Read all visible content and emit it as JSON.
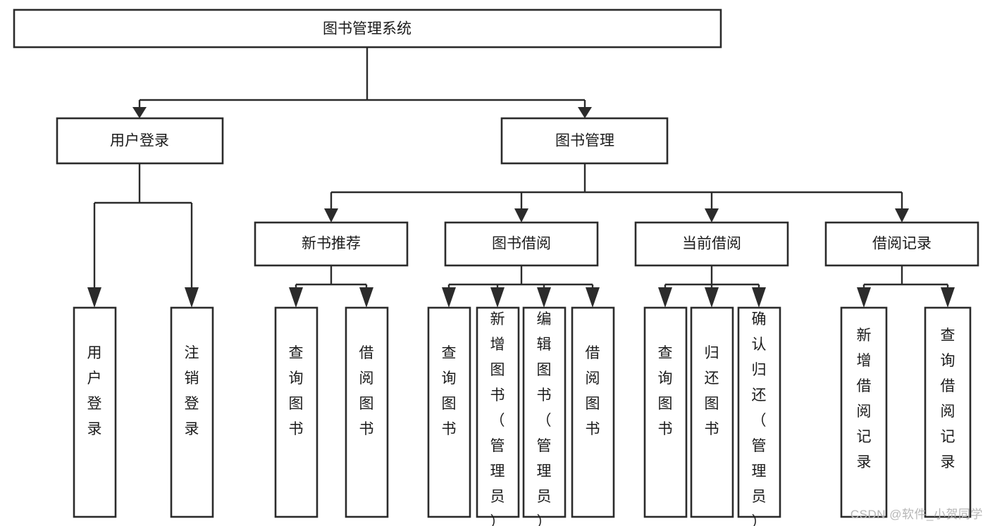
{
  "diagram": {
    "title": "图书管理系统",
    "type": "tree-hierarchy",
    "watermark": "CSDN @软件_小贺同学",
    "root": {
      "id": "root",
      "label": "图书管理系统"
    },
    "level2": [
      {
        "id": "user-login",
        "label": "用户登录"
      },
      {
        "id": "book-management",
        "label": "图书管理"
      }
    ],
    "level3": [
      {
        "id": "new-book-recommend",
        "label": "新书推荐",
        "parent": "book-management"
      },
      {
        "id": "book-borrow",
        "label": "图书借阅",
        "parent": "book-management"
      },
      {
        "id": "current-borrow",
        "label": "当前借阅",
        "parent": "book-management"
      },
      {
        "id": "borrow-record",
        "label": "借阅记录",
        "parent": "book-management"
      }
    ],
    "leaves": [
      {
        "id": "leaf-user-login",
        "label": "用户登录",
        "parent": "user-login"
      },
      {
        "id": "leaf-logout",
        "label": "注销登录",
        "parent": "user-login"
      },
      {
        "id": "leaf-query-book-1",
        "label": "查询图书",
        "parent": "new-book-recommend"
      },
      {
        "id": "leaf-borrow-book-1",
        "label": "借阅图书",
        "parent": "new-book-recommend"
      },
      {
        "id": "leaf-query-book-2",
        "label": "查询图书",
        "parent": "book-borrow"
      },
      {
        "id": "leaf-add-book",
        "label": "新增图书（管理员）",
        "parent": "book-borrow"
      },
      {
        "id": "leaf-edit-book",
        "label": "编辑图书（管理员）",
        "parent": "book-borrow"
      },
      {
        "id": "leaf-borrow-book-2",
        "label": "借阅图书",
        "parent": "book-borrow"
      },
      {
        "id": "leaf-query-book-3",
        "label": "查询图书",
        "parent": "current-borrow"
      },
      {
        "id": "leaf-return-book",
        "label": "归还图书",
        "parent": "current-borrow"
      },
      {
        "id": "leaf-confirm-return",
        "label": "确认归还（管理员）",
        "parent": "current-borrow"
      },
      {
        "id": "leaf-add-record",
        "label": "新增借阅记录",
        "parent": "borrow-record"
      },
      {
        "id": "leaf-query-record",
        "label": "查询借阅记录",
        "parent": "borrow-record"
      }
    ],
    "colors": {
      "box_stroke": "#2b2b2b",
      "box_fill": "#ffffff",
      "connector": "#2b2b2b",
      "text": "#1b1b1b",
      "watermark": "#b6b6b6",
      "background": "#ffffff"
    }
  }
}
